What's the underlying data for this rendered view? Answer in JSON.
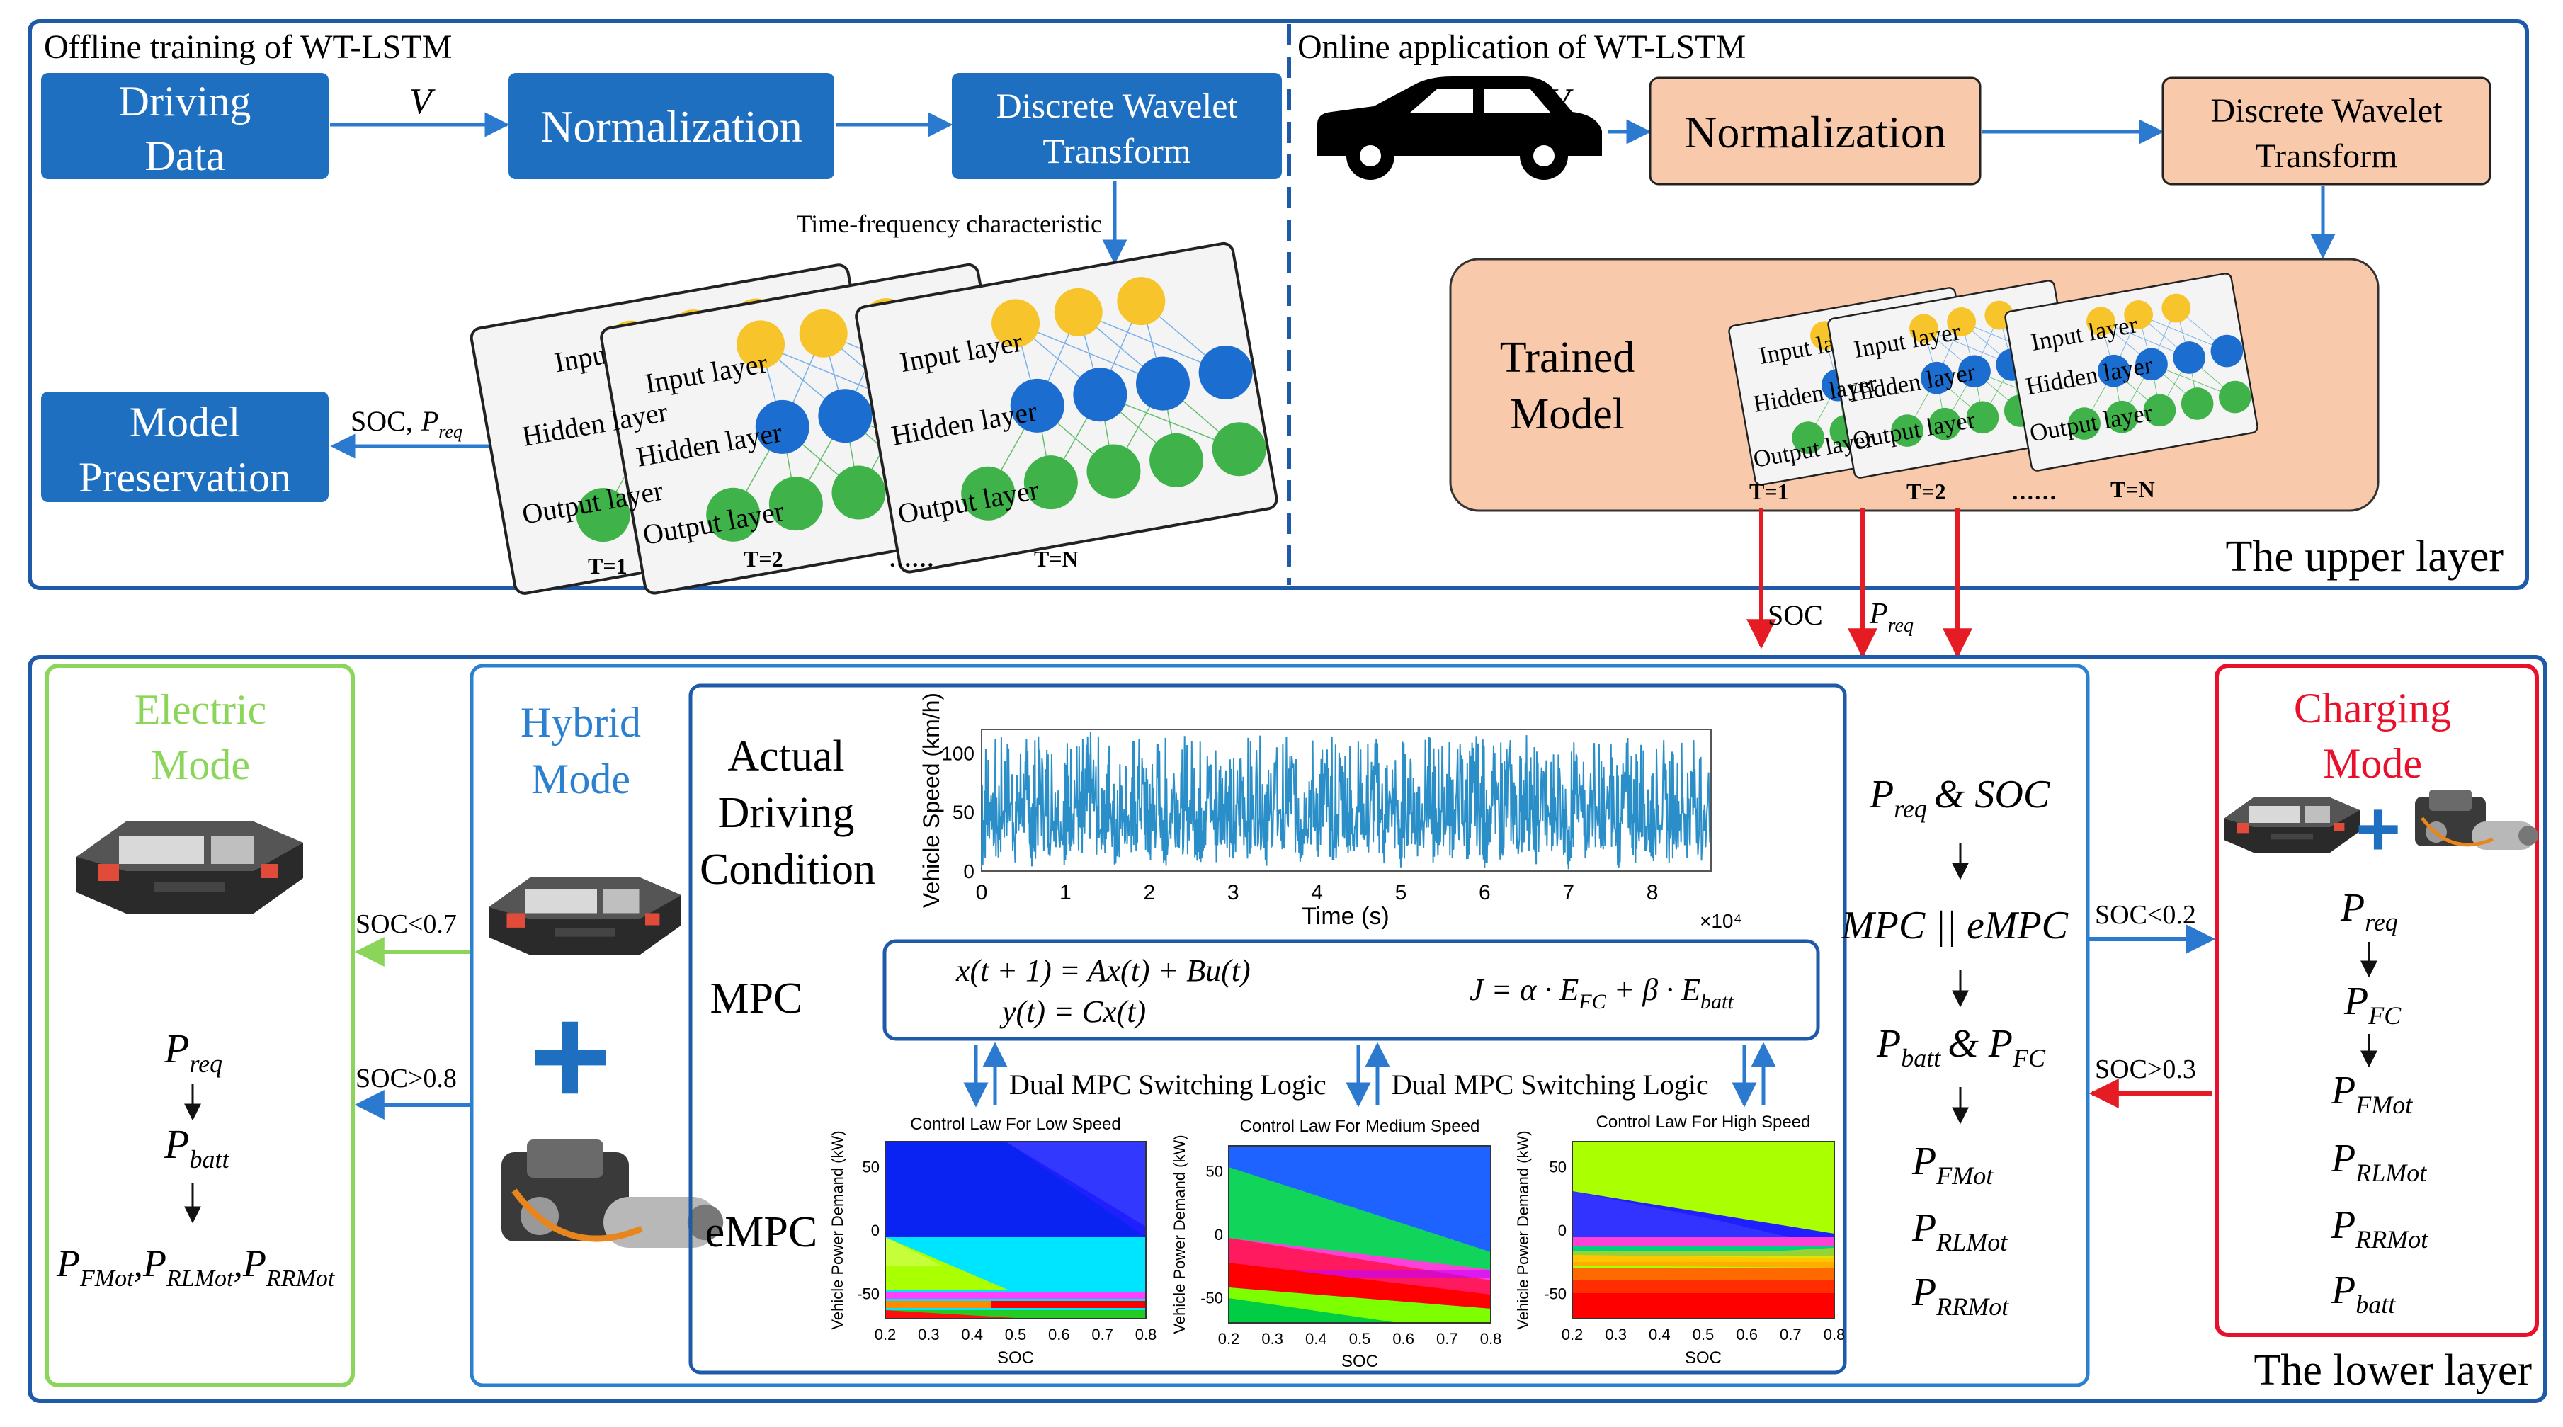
{
  "upper": {
    "offline_title": "Offline training of WT-LSTM",
    "online_title": "Online application of WT-LSTM",
    "driving_data": [
      "Driving",
      "Data"
    ],
    "v_label": "V",
    "normalization": "Normalization",
    "dwt": [
      "Discrete Wavelet",
      "Transform"
    ],
    "time_freq": "Time-frequency characteristic",
    "model_preservation": [
      "Model",
      "Preservation"
    ],
    "soc": "SOC,",
    "p": "P",
    "req": "req",
    "trained_model": [
      "Trained",
      "Model"
    ],
    "input_layer": "Input layer",
    "hidden_layer": "Hidden layer",
    "output_layer": "Output layer",
    "t1": "T=1",
    "t2": "T=2",
    "tn": "T=N",
    "dots": "……",
    "upper_layer_label": "The upper layer",
    "soc_arrow": "SOC"
  },
  "lower": {
    "lower_layer_label": "The lower layer",
    "electric_mode": [
      "Electric",
      "Mode"
    ],
    "hybrid_mode": [
      "Hybrid",
      "Mode"
    ],
    "charging_mode": [
      "Charging",
      "Mode"
    ],
    "soc_lt_07": "SOC<0.7",
    "soc_gt_08": "SOC>0.8",
    "soc_lt_02": "SOC<0.2",
    "soc_gt_03": "SOC>0.3",
    "actual_driving": [
      "Actual",
      "Driving",
      "Condition"
    ],
    "mpc_label": "MPC",
    "empc_label": "eMPC",
    "eq1": "x(t + 1) = Ax(t) + Bu(t)",
    "eq2": "y(t) = Cx(t)",
    "eq_j": "J = α · E",
    "eq_fc": "FC",
    "eq_plus": " + β · E",
    "eq_batt": "batt",
    "dual_mpc": "Dual MPC Switching Logic",
    "mid_preq_soc": "& SOC",
    "mid_mpc": "MPC || eMPC",
    "amp": "&",
    "plus_sign": "+",
    "sub_req": "req",
    "sub_batt": "batt",
    "sub_fc": "FC",
    "sub_fmot": "FMot",
    "sub_rlmot": "RLMot",
    "sub_rrmot": "RRMot",
    "p": "P",
    "comma": ","
  },
  "chart_data": [
    {
      "type": "line",
      "title": "",
      "xlabel": "Time (s)",
      "ylabel": "Vehicle Speed (km/h)",
      "x_multiplier": "×10⁴",
      "xlim": [
        0,
        8.7
      ],
      "ylim": [
        0,
        120
      ],
      "xticks": [
        "0",
        "1",
        "2",
        "3",
        "4",
        "5",
        "6",
        "7",
        "8"
      ],
      "yticks": [
        "0",
        "50",
        "100"
      ],
      "series": [
        {
          "x": [
            0,
            0.1,
            0.2,
            0.3,
            0.4,
            0.5,
            0.6,
            0.7,
            0.8,
            0.9,
            1.0,
            1.1,
            1.2,
            1.3,
            1.4,
            1.5,
            1.6,
            1.7,
            1.8,
            1.9,
            2.0,
            2.1,
            2.2,
            2.3,
            2.4,
            2.5,
            2.6,
            2.7,
            2.8,
            2.9,
            3.0,
            3.1,
            3.2,
            3.3,
            3.4,
            3.5,
            3.6,
            3.7,
            3.8,
            3.9,
            4.0,
            4.1,
            4.2,
            4.3,
            4.4,
            4.5,
            4.6,
            4.7,
            4.8,
            4.9,
            5.0,
            5.1,
            5.2,
            5.3,
            5.4,
            5.5,
            5.6,
            5.7,
            5.8,
            5.9,
            6.0,
            6.1,
            6.2,
            6.3,
            6.4,
            6.5,
            6.6,
            6.7,
            6.8,
            6.9,
            7.0,
            7.1,
            7.2,
            7.3,
            7.4,
            7.5,
            7.6,
            7.7,
            7.8,
            7.9,
            8.0,
            8.1,
            8.2,
            8.3,
            8.4,
            8.5,
            8.6,
            8.7
          ],
          "y": [
            5,
            90,
            20,
            110,
            30,
            95,
            10,
            105,
            40,
            85,
            15,
            100,
            25,
            110,
            35,
            80,
            10,
            95,
            30,
            105,
            20,
            90,
            5,
            110,
            40,
            85,
            15,
            100,
            25,
            115,
            10,
            95,
            35,
            110,
            20,
            90,
            30,
            105,
            15,
            100,
            40,
            85,
            10,
            110,
            25,
            95,
            35,
            105,
            20,
            90,
            5,
            100,
            30,
            110,
            15,
            85,
            40,
            95,
            20,
            105,
            10,
            90,
            35,
            100,
            25,
            110,
            15,
            95,
            30,
            105,
            5,
            90,
            40,
            100,
            20,
            85,
            10,
            110,
            30,
            95,
            15,
            105,
            25,
            90,
            35,
            100,
            20,
            110
          ]
        }
      ]
    },
    {
      "type": "area",
      "title": "Control Law For Low Speed",
      "xlabel": "SOC",
      "ylabel": "Vehicle Power Demand (kW)",
      "xlim": [
        0.2,
        0.8
      ],
      "ylim": [
        -70,
        70
      ],
      "xticks": [
        "0.2",
        "0.3",
        "0.4",
        "0.5",
        "0.6",
        "0.7",
        "0.8"
      ],
      "yticks": [
        "50",
        "0",
        "-50"
      ]
    },
    {
      "type": "area",
      "title": "Control Law For Medium Speed",
      "xlabel": "SOC",
      "ylabel": "Vehicle Power Demand (kW)",
      "xlim": [
        0.2,
        0.8
      ],
      "ylim": [
        -70,
        70
      ],
      "xticks": [
        "0.2",
        "0.3",
        "0.4",
        "0.5",
        "0.6",
        "0.7",
        "0.8"
      ],
      "yticks": [
        "50",
        "0",
        "-50"
      ]
    },
    {
      "type": "area",
      "title": "Control Law For High Speed",
      "xlabel": "SOC",
      "ylabel": "Vehicle Power Demand (kW)",
      "xlim": [
        0.2,
        0.8
      ],
      "ylim": [
        -70,
        70
      ],
      "xticks": [
        "0.2",
        "0.3",
        "0.4",
        "0.5",
        "0.6",
        "0.7",
        "0.8"
      ],
      "yticks": [
        "50",
        "0",
        "-50"
      ]
    }
  ],
  "colors": {
    "blue_box": "#1f6fc0",
    "frame": "#1e5aa8",
    "orange_box": "#f8c9aa",
    "electric_green": "#8bd65a",
    "hybrid_blue": "#2c80d0",
    "charging_red": "#e8102a",
    "arrow_blue": "#2c7ad0",
    "arrow_red": "#e51c23",
    "node_yellow": "#f7c52b",
    "node_blue": "#1b6dd0",
    "node_green": "#3fb24a"
  }
}
